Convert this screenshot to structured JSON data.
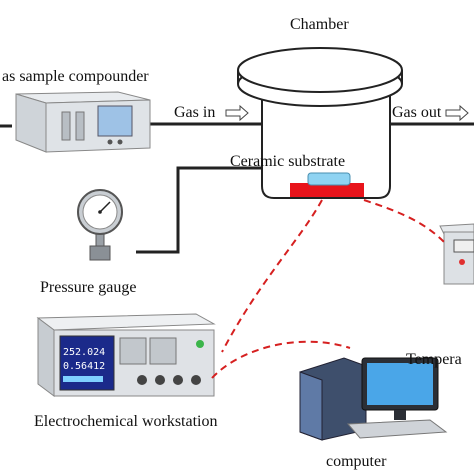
{
  "labels": {
    "chamber": "Chamber",
    "compounder": "as sample compounder",
    "gas_in": "Gas in",
    "gas_out": "Gas out",
    "ceramic": "Ceramic substrate",
    "pressure": "Pressure gauge",
    "workstation": "Electrochemical workstation",
    "temperature": "Tempera",
    "computer": "computer"
  },
  "workstation_display": {
    "reading_1": "252.024",
    "reading_2": "0.56412"
  },
  "colors": {
    "wire": "#d62020",
    "heater": "#e8141b",
    "substrate": "#8fd3f2",
    "pipe": "#222222",
    "chamber_outline": "#222222",
    "device_panel": "#1b2a8a"
  },
  "icons": {
    "compounder": "gas-compounder-icon",
    "gauge": "pressure-gauge-icon",
    "workstation": "workstation-icon",
    "computer": "computer-icon",
    "temperature": "temperature-controller-icon"
  }
}
